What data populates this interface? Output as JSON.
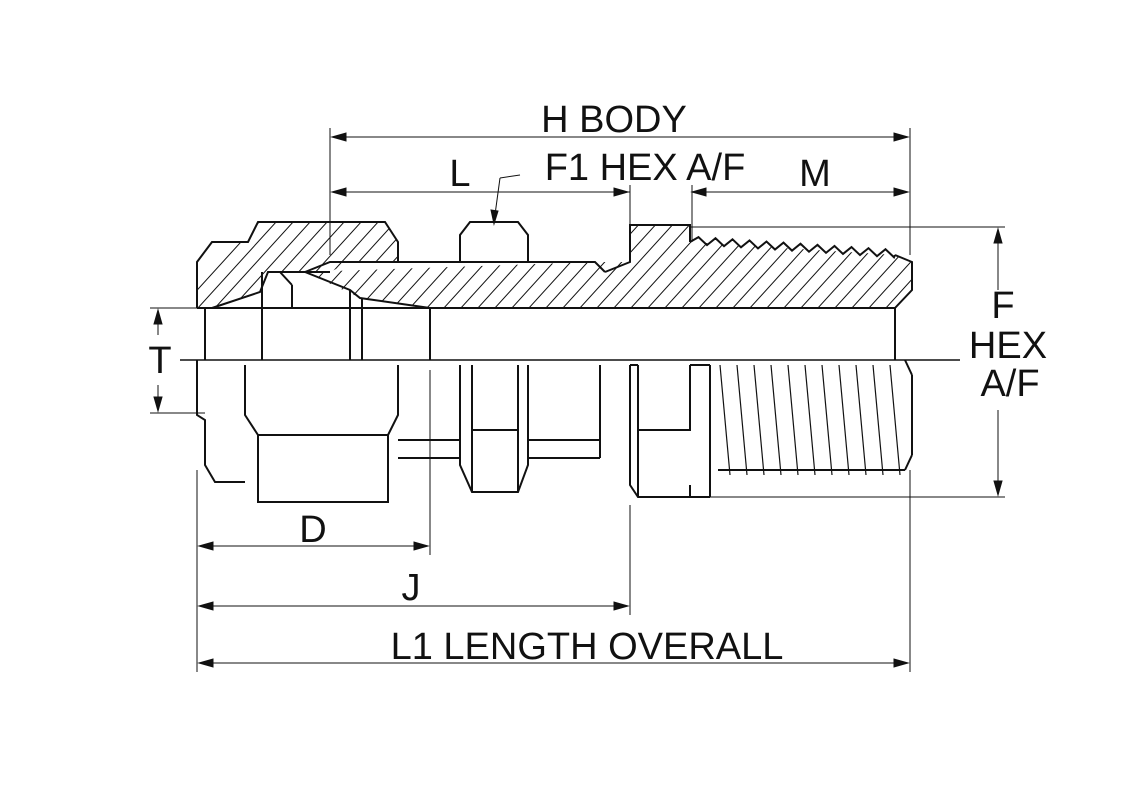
{
  "labels": {
    "h_body": "H BODY",
    "l": "L",
    "f1_hex": "F1 HEX A/F",
    "m": "M",
    "t": "T",
    "f_hex_line1": "F",
    "f_hex_line2": "HEX",
    "f_hex_line3": "A/F",
    "d": "D",
    "j": "J",
    "l1_overall": "L1 LENGTH OVERALL"
  },
  "colors": {
    "line": "#111111",
    "background": "#ffffff"
  }
}
